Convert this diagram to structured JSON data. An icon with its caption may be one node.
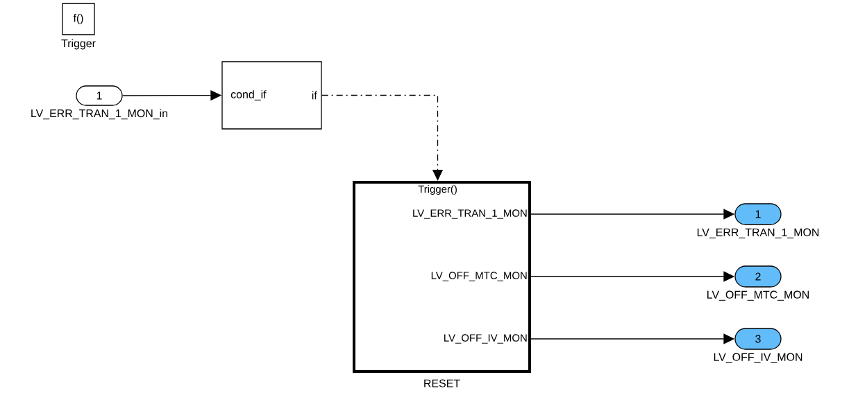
{
  "diagram": {
    "nodes": [
      {
        "text": [
          "f()"
        ],
        "beside": [
          "Trigger"
        ]
      },
      {
        "text": [
          "1"
        ],
        "beside": [
          "LV_ERR_TRAN_1_MON_in"
        ]
      },
      {
        "text": [
          "cond_if",
          "if"
        ]
      },
      {
        "text": [
          "Trigger()",
          "LV_ERR_TRAN_1_MON",
          "LV_OFF_MTC_MON",
          "LV_OFF_IV_MON"
        ],
        "beside": [
          "RESET"
        ]
      },
      {
        "text": [
          "1"
        ],
        "beside": [
          "LV_ERR_TRAN_1_MON"
        ]
      },
      {
        "text": [
          "2"
        ],
        "beside": [
          "LV_OFF_MTC_MON"
        ]
      },
      {
        "text": [
          "3"
        ],
        "beside": [
          "LV_OFF_IV_MON"
        ]
      }
    ],
    "edges": [
      {
        "from": 1,
        "to": 2,
        "arrow": "to"
      },
      {
        "from": 2,
        "to": 3,
        "arrow": "to",
        "style": "dashed"
      },
      {
        "from": 3,
        "to": 4,
        "arrow": "to"
      },
      {
        "from": 3,
        "to": 5,
        "arrow": "to"
      },
      {
        "from": 3,
        "to": 6,
        "arrow": "to"
      }
    ]
  }
}
